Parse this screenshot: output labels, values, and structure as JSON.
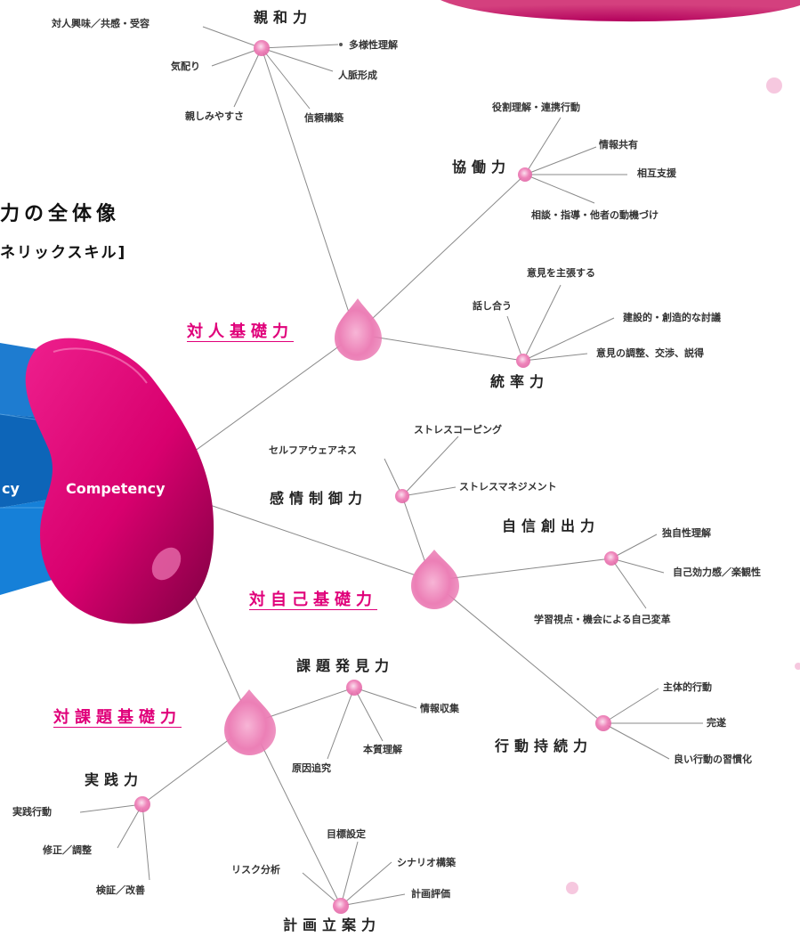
{
  "title": {
    "line1": "力の全体像",
    "line2": "ネリックスキル]"
  },
  "center": {
    "competency_label": "Competency",
    "cube_label": "cy"
  },
  "colors": {
    "accent": "#e0007a",
    "blob": "#d8006e",
    "cube": "#1a7fd0",
    "line": "#8a8a8a"
  },
  "nodes": {
    "taijin": {
      "label": "対人基礎力",
      "shinwa": {
        "label": "親和力",
        "items": [
          "対人興味／共感・受容",
          "気配り",
          "親しみやすさ",
          "信頼構築",
          "人脈形成",
          "多様性理解"
        ]
      },
      "kyodo": {
        "label": "協働力",
        "items": [
          "役割理解・連携行動",
          "情報共有",
          "相互支援",
          "相談・指導・他者の動機づけ"
        ]
      },
      "tosotsu": {
        "label": "統率力",
        "items": [
          "意見を主張する",
          "話し合う",
          "建設的・創造的な討議",
          "意見の調整、交渉、説得"
        ]
      }
    },
    "taijiko": {
      "label": "対自己基礎力",
      "kanjo": {
        "label": "感情制御力",
        "items": [
          "セルフアウェアネス",
          "ストレスコーピング",
          "ストレスマネジメント"
        ]
      },
      "jishin": {
        "label": "自信創出力",
        "items": [
          "独自性理解",
          "自己効力感／楽観性",
          "学習視点・機会による自己変革"
        ]
      },
      "kodo": {
        "label": "行動持続力",
        "items": [
          "主体的行動",
          "完遂",
          "良い行動の習慣化"
        ]
      }
    },
    "taikadai": {
      "label": "対課題基礎力",
      "kadai": {
        "label": "課題発見力",
        "items": [
          "情報収集",
          "本質理解",
          "原因追究"
        ]
      },
      "jissen": {
        "label": "実践力",
        "items": [
          "実践行動",
          "修正／調整",
          "検証／改善"
        ]
      },
      "keikaku": {
        "label": "計画立案力",
        "items": [
          "目標設定",
          "シナリオ構築",
          "計画評価",
          "リスク分析"
        ]
      }
    }
  }
}
